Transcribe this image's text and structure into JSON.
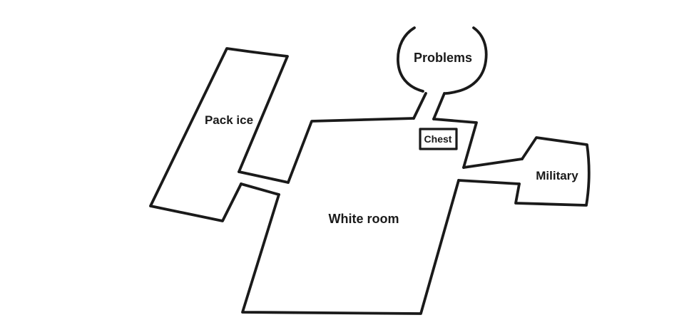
{
  "diagram": {
    "kind": "hand-drawn room map",
    "background_color": "#ffffff",
    "stroke_color": "#1a1a1a",
    "rooms": {
      "pack_ice": {
        "label": "Pack ice"
      },
      "problems": {
        "label": "Problems"
      },
      "chest": {
        "label": "Chest"
      },
      "white_room": {
        "label": "White room"
      },
      "military": {
        "label": "Military"
      }
    },
    "connections": [
      {
        "from": "Pack ice",
        "to": "White room",
        "type": "passage"
      },
      {
        "from": "Problems",
        "to": "White room",
        "type": "passage"
      },
      {
        "from": "White room",
        "to": "Military",
        "type": "passage"
      }
    ]
  }
}
